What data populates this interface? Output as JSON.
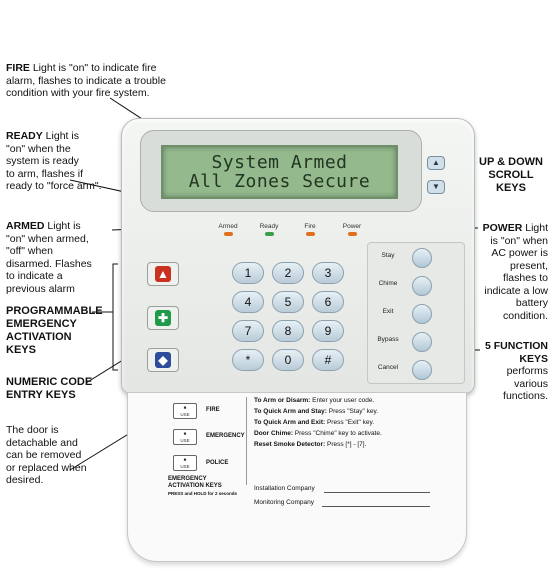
{
  "annotations": {
    "fire_title": "FIRE",
    "fire_text_1": " Light is \"on\" to indicate fire",
    "fire_text_2": "alarm, flashes to indicate a trouble",
    "fire_text_3": "condition with your fire system.",
    "ready_title": "READY",
    "ready_text_1": " Light is",
    "ready_text_2": "\"on\" when the",
    "ready_text_3": "system is ready",
    "ready_text_4": "to arm, flashes if",
    "ready_text_5": "ready to \"force arm\".",
    "armed_title": "ARMED",
    "armed_text_1": " Light is",
    "armed_text_2": "\"on\" when armed,",
    "armed_text_3": "\"off\" when",
    "armed_text_4": "disarmed. Flashes",
    "armed_text_5": "to indicate a",
    "armed_text_6": "previous alarm",
    "prog_1": "PROGRAMMABLE",
    "prog_2": "EMERGENCY",
    "prog_3": "ACTIVATION",
    "prog_4": "KEYS",
    "numeric_1": "NUMERIC CODE",
    "numeric_2": "ENTRY KEYS",
    "door_1": "The door is",
    "door_2": "detachable and",
    "door_3": "can be removed",
    "door_4": "or replaced when",
    "door_5": "desired.",
    "scroll_1": "UP & DOWN",
    "scroll_2": "SCROLL KEYS",
    "power_title": "POWER",
    "power_text_1": " Light",
    "power_text_2": "is \"on\" when",
    "power_text_3": "AC power is",
    "power_text_4": "present,",
    "power_text_5": "flashes to",
    "power_text_6": "indicate a low",
    "power_text_7": "battery",
    "power_text_8": "condition.",
    "fn_1": "5 FUNCTION",
    "fn_2": "KEYS",
    "fn_3": "performs",
    "fn_4": "various",
    "fn_5": "functions."
  },
  "display": {
    "line1": "System Armed",
    "line2": "All Zones Secure"
  },
  "leds": {
    "armed": "Armed",
    "ready": "Ready",
    "fire": "Fire",
    "power": "Power"
  },
  "numeric_keys": [
    "1",
    "2",
    "3",
    "4",
    "5",
    "6",
    "7",
    "8",
    "9",
    "*",
    "0",
    "#"
  ],
  "function_keys": [
    "Stay",
    "Chime",
    "Exit",
    "Bypass",
    "Cancel"
  ],
  "door_card": {
    "fire": "FIRE",
    "emergency": "EMERGENCY",
    "police": "POLICE",
    "eak_1": "EMERGENCY",
    "eak_2": "ACTIVATION KEYS",
    "eak_3": "PRESS and HOLD for 2 seconds",
    "i1b": "To Arm or Disarm:",
    "i1": " Enter your user code.",
    "i2b": "To Quick Arm and Stay:",
    "i2": " Press \"Stay\" key.",
    "i3b": "To Quick Arm and Exit:",
    "i3": " Press \"Exit\" key.",
    "i4b": "Door Chime:",
    "i4": " Press \"Chime\" key to activate.",
    "i5b": "Reset Smoke Detector:",
    "i5": " Press [*] - [7].",
    "installation": "Installation Company",
    "monitoring": "Monitoring Company"
  },
  "colors": {
    "lcd_bg": "#93b98d",
    "fire_key": "#c8321e",
    "medical_key": "#1f9a4a",
    "police_key": "#2d4c9a",
    "led_orange": "#e0701e",
    "led_green": "#3aa04a"
  }
}
